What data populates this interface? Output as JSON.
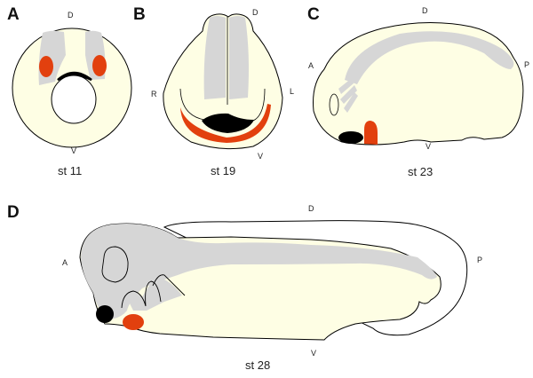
{
  "colors": {
    "body": "#fefee4",
    "neural": "#d6d6d6",
    "red": "#e2400e",
    "black": "#000000"
  },
  "panels": [
    {
      "letter": "A",
      "stage": "st 11",
      "axes": {
        "dorsal": "D",
        "ventral": "V"
      }
    },
    {
      "letter": "B",
      "stage": "st 19",
      "axes": {
        "dorsal": "D",
        "ventral": "V",
        "right": "R",
        "left": "L"
      }
    },
    {
      "letter": "C",
      "stage": "st 23",
      "axes": {
        "dorsal": "D",
        "ventral": "V",
        "anterior": "A",
        "posterior": "P"
      }
    },
    {
      "letter": "D",
      "stage": "st 28",
      "axes": {
        "dorsal": "D",
        "ventral": "V",
        "anterior": "A",
        "posterior": "P"
      }
    }
  ]
}
